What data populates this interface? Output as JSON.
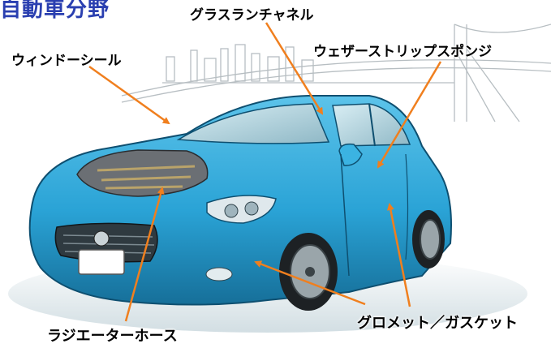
{
  "title": "自動車分野",
  "callouts": {
    "glass_run_channel": "グラスランチャネル",
    "windshield_seal": "ウィンドーシール",
    "weatherstrip_sponge": "ウェザーストリップスポンジ",
    "grommet_gasket": "グロメット／ガスケット",
    "radiator_hose": "ラジエーターホース"
  },
  "colors": {
    "title": "#2a3fb0",
    "arrow": "#f07f1e",
    "car_body": "#2aa3d6"
  }
}
